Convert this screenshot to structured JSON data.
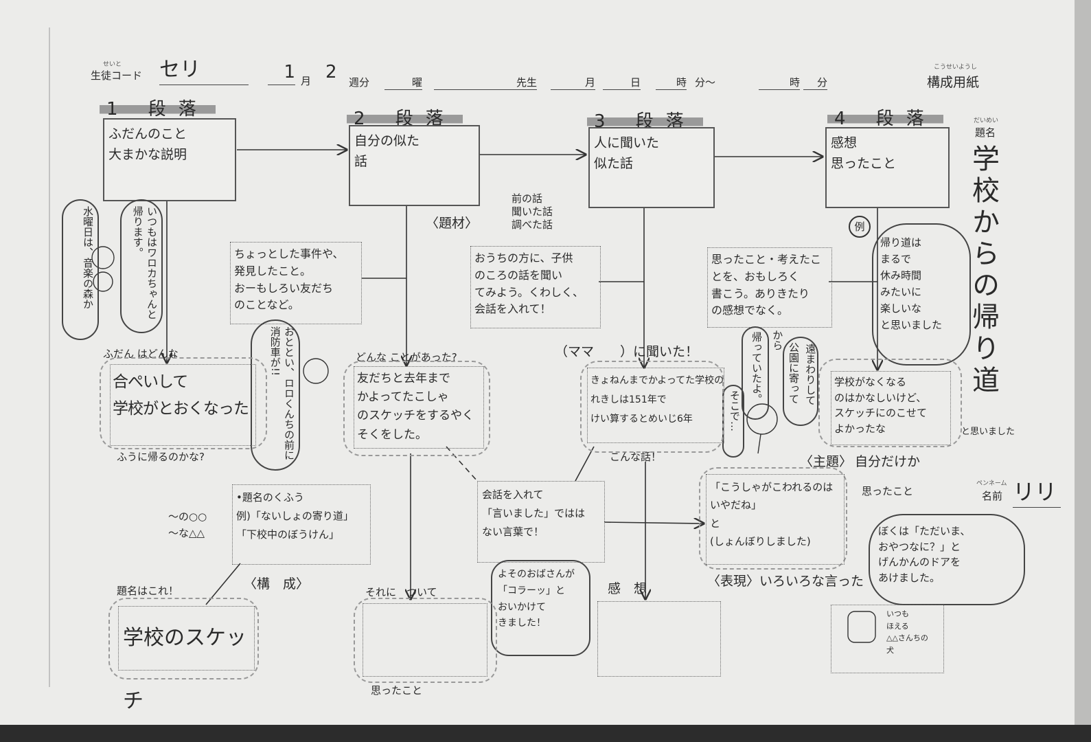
{
  "header": {
    "student_code_ruby": "せいと",
    "student_code_label": "生徒コード",
    "student_code_value": "セリ",
    "month_value": "1",
    "month_label": "月",
    "week_value": "2",
    "week_label": "週分",
    "day_label": "曜",
    "teacher_label": "先生",
    "date_month": "月",
    "date_day": "日",
    "time_hour": "時",
    "time_min": "分〜",
    "time_hour2": "時",
    "time_min2": "分",
    "form_ruby": "こうせいようし",
    "form_title": "構成用紙"
  },
  "paragraphs": [
    {
      "header": "1 段落",
      "box": "ふだんのこと\n大まかな説明"
    },
    {
      "header": "2 段落",
      "box": "自分の似た\n話"
    },
    {
      "header": "3 段落",
      "box": "人に聞いた\n似た話"
    },
    {
      "header": "4 段落",
      "box": "感想\n思ったこと"
    }
  ],
  "title": {
    "ruby": "だいめい",
    "label": "題名",
    "value": "学校からの帰り道"
  },
  "material": {
    "label": "〈題材〉",
    "items": "前の話\n聞いた話\n調べた話"
  },
  "hints": [
    "ちょっとした事件や、\n発見したこと。\nおーもしろい友だち\nのことなど。",
    "おうちの方に、子供\nのころの話を聞い\nてみよう。くわしく、\n会話を入れて！",
    "思ったこと・考えたこ\nとを、おもしろく\n書こう。ありきたり\nの感想でなく。"
  ],
  "bubbles": {
    "frog1": "水曜日は、音楽の森か",
    "frog1b": "いつもはワロカちゃんと帰ります。",
    "frog2": "おととい、ロロくんちの前に消防車が!!",
    "bear1": "帰っていたよ。",
    "bear2": "から",
    "bear3": "公園に寄って",
    "bear4": "遠まわりして",
    "bear5": "そこで…",
    "example_mark": "例",
    "example": "帰り道は\nまるで\n休み時間\nみたいに\n楽しいな\nと思いました",
    "aunt": "よそのおばさんが\n「コラーッ」と\nおいかけて\nきました！",
    "home": "ぼくは「ただいま、\nおやつなに？」と\nげんかんのドアを\nあけました。"
  },
  "row2": {
    "p1_above": "ふだん はどんな",
    "p1_box": "合ぺいして\n学校がとおくなった",
    "p1_below": "ふうに帰るのかな?",
    "p2_above": "どんな ことがあった?",
    "p2_box": "友だちと去年まで\nかよってたこしゃ\nのスケッチをするやく\nそくをした。",
    "p3_above": "（ママ　　）に聞いた！",
    "p3_box": "きょねんまでかよってた学校の\nれきしは151年で\nけい算するとめいじ6年",
    "p3_below": "こんな話！",
    "p4_box": "学校がなくなる\nのはかなしいけど、\nスケッチにのこせて\nよかったな",
    "p4_after": "と思いました"
  },
  "theme": {
    "label": "〈主題〉",
    "value": "自分だけか"
  },
  "structure": {
    "box": "•題名のくふう\n例)「ないしょの寄り道」\n「下校中のぼうけん」",
    "patterns": "〜の○○\n〜な△△",
    "label": "〈構　成〉",
    "title_here": "題名はこれ！",
    "title_box": "学校のスケッチ"
  },
  "dialog_hint": "会話を入れて\n「言いました」ではは\nない言葉で！",
  "bottom": {
    "p2_label": "それに　ついて",
    "p2_below": "思ったこと",
    "p3_label": "感　想",
    "expr_box": "「こうしゃがこわれるのは\nいやだね」\nと\n(しょんぼりしました)",
    "expr_label": "〈表現〉いろいろな言った",
    "thought_label": "思ったこと",
    "dog_box": "いつも\nほえる\n△△さんちの\n犬"
  },
  "pen": {
    "ruby": "ペンネーム",
    "label": "名前",
    "value": "リリ"
  }
}
